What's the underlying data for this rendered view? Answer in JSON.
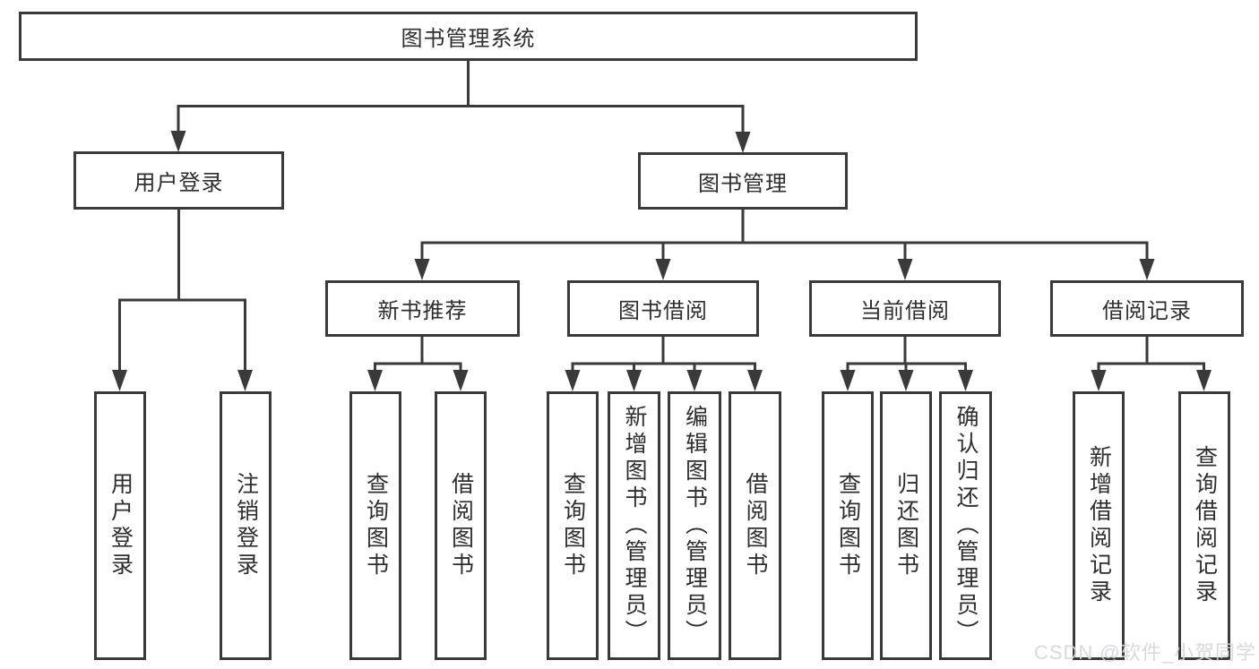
{
  "tree": {
    "root": {
      "label": "图书管理系统",
      "children": [
        {
          "label": "用户登录",
          "children": [
            {
              "label": "用户登录"
            },
            {
              "label": "注销登录"
            }
          ]
        },
        {
          "label": "图书管理",
          "children": [
            {
              "label": "新书推荐",
              "children": [
                {
                  "label": "查询图书"
                },
                {
                  "label": "借阅图书"
                }
              ]
            },
            {
              "label": "图书借阅",
              "children": [
                {
                  "label": "查询图书"
                },
                {
                  "label": "新增图书（管理员）"
                },
                {
                  "label": "编辑图书（管理员）"
                },
                {
                  "label": "借阅图书"
                }
              ]
            },
            {
              "label": "当前借阅",
              "children": [
                {
                  "label": "查询图书"
                },
                {
                  "label": "归还图书"
                },
                {
                  "label": "确认归还（管理员）"
                }
              ]
            },
            {
              "label": "借阅记录",
              "children": [
                {
                  "label": "新增借阅记录"
                },
                {
                  "label": "查询借阅记录"
                }
              ]
            }
          ]
        }
      ]
    }
  },
  "watermark": {
    "text": "CSDN @软件_小贺同学"
  },
  "colors": {
    "line": "#3a3a3a",
    "box_border": "#3a3a3a",
    "box_background": "#ffffff",
    "text": "#2e2e2e",
    "watermark": "#d6d6db",
    "background": "#ffffff"
  }
}
